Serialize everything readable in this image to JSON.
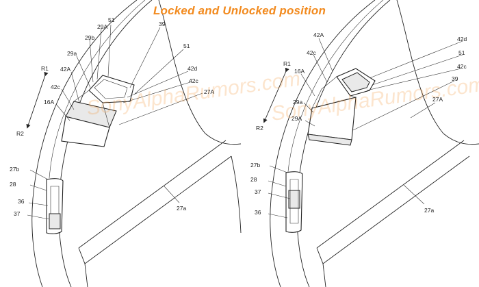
{
  "title": "Locked and Unlocked position",
  "watermark": "SonyAlphaRumors.com",
  "accent_color": "#f28a1e",
  "left": {
    "labels": {
      "l51": "51",
      "l29A": "29A",
      "l29b": "29b",
      "l39": "39",
      "l29a": "29a",
      "l42A": "42A",
      "l42c": "42c",
      "l42d": "42d",
      "l42c2": "42c",
      "l27A": "27A",
      "l16A": "16A",
      "lR1": "R1",
      "lR2": "R2",
      "l27b": "27b",
      "l28": "28",
      "l36": "36",
      "l37": "37",
      "l27a": "27a",
      "l51b": "51"
    }
  },
  "right": {
    "labels": {
      "l42A": "42A",
      "l42d": "42d",
      "l42c": "42c",
      "l51": "51",
      "l42c2": "42c",
      "l16A": "16A",
      "l39": "39",
      "l27A": "27A",
      "l29a": "29a",
      "l29A": "29A",
      "lR1": "R1",
      "lR2": "R2",
      "l27b": "27b",
      "l28": "28",
      "l37": "37",
      "l36": "36",
      "l27a": "27a"
    }
  }
}
